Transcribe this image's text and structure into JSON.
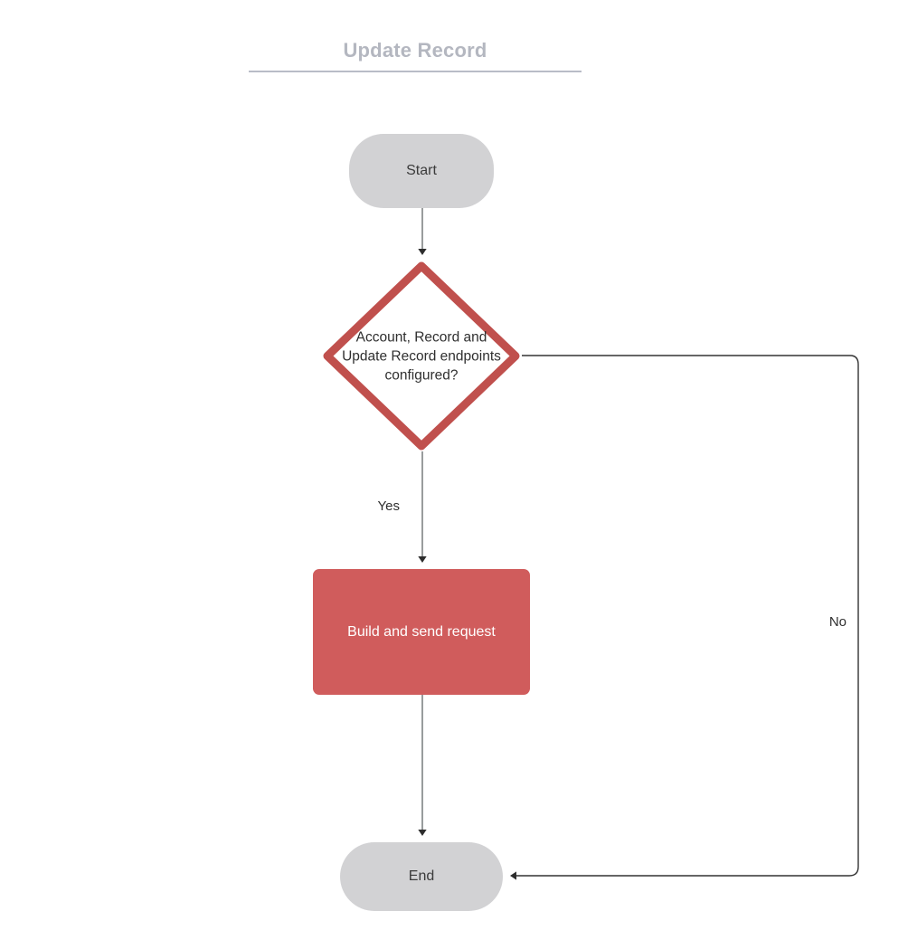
{
  "diagram": {
    "title": "Update Record",
    "type": "flowchart",
    "colors": {
      "terminator_fill": "#d2d2d4",
      "process_fill": "#d05c5c",
      "decision_stroke": "#c0504d",
      "connector_stroke": "#3b3b3b",
      "title_text": "#b4b7c0",
      "title_rule": "#b9bcc7",
      "canvas": "#ffffff"
    },
    "nodes": [
      {
        "id": "start",
        "shape": "terminator",
        "label": "Start"
      },
      {
        "id": "decision",
        "shape": "diamond",
        "label": "Account, Record and\nUpdate Record endpoints\nconfigured?"
      },
      {
        "id": "process",
        "shape": "rectangle",
        "label": "Build and send request"
      },
      {
        "id": "end",
        "shape": "terminator",
        "label": "End"
      }
    ],
    "edges": [
      {
        "id": "start-to-decision",
        "from": "start",
        "to": "decision",
        "label": ""
      },
      {
        "id": "decision-yes-to-process",
        "from": "decision",
        "to": "process",
        "label": "Yes"
      },
      {
        "id": "process-to-end",
        "from": "process",
        "to": "end",
        "label": ""
      },
      {
        "id": "decision-no-to-end",
        "from": "decision",
        "to": "end",
        "label": "No"
      }
    ]
  }
}
